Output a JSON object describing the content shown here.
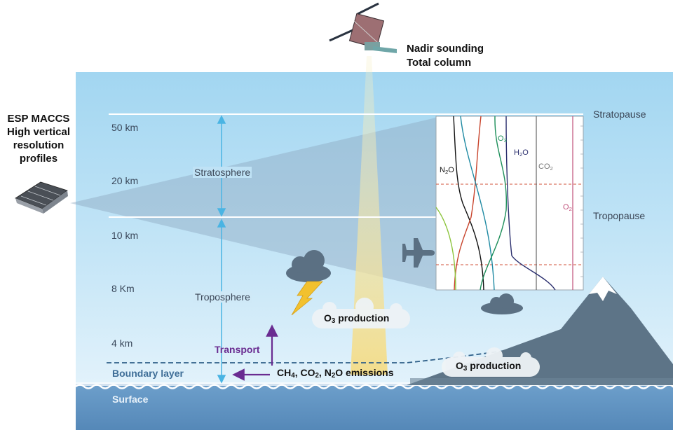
{
  "satellite_top": {
    "line1": "Nadir sounding",
    "line2": "Total column",
    "icon": "satellite-icon"
  },
  "satellite_left": {
    "lines": [
      "ESP MACCS",
      "High vertical",
      "resolution",
      "profiles"
    ],
    "icon": "cubesat-icon"
  },
  "altitudes": [
    "50 km",
    "20 km",
    "10 km",
    "8 Km",
    "4 km"
  ],
  "layers": {
    "stratosphere": "Stratosphere",
    "troposphere": "Troposphere",
    "boundary": "Boundary layer",
    "surface": "Surface"
  },
  "boundaries": {
    "stratopause": "Stratopause",
    "tropopause": "Tropopause"
  },
  "process_labels": {
    "o3_production": {
      "prefix": "O",
      "sub": "3",
      "suffix": " production"
    },
    "transport": "Transport",
    "emissions": {
      "ch": "CH",
      "ch_sub": "4",
      "co": ", CO",
      "co_sub": "2",
      "n2o": ", N",
      "n2o_sub": "2",
      "n2o_end": "O emissions"
    }
  },
  "profile_labels": {
    "n2o": {
      "a": "N",
      "sub": "2",
      "b": "O"
    },
    "o3": {
      "a": "O",
      "sub": "3"
    },
    "h2o": {
      "a": "H",
      "sub": "2",
      "b": "O"
    },
    "co2": {
      "a": "CO",
      "sub": "2"
    },
    "o2": {
      "a": "O",
      "sub": "2"
    }
  },
  "colors": {
    "sky_top": "#a6d8f2",
    "sky_bottom": "#d9eef9",
    "ocean": "#5f94c2",
    "arrow_blue": "#4ab4e3",
    "transport_purple": "#6a2c91",
    "boundary_label": "#3f6e97",
    "mountain": "#5f7689",
    "n2o": "#111111",
    "o3": "#1d8f5a",
    "h2o": "#2b2f6e",
    "co2": "#666666",
    "o2": "#c0507a"
  }
}
